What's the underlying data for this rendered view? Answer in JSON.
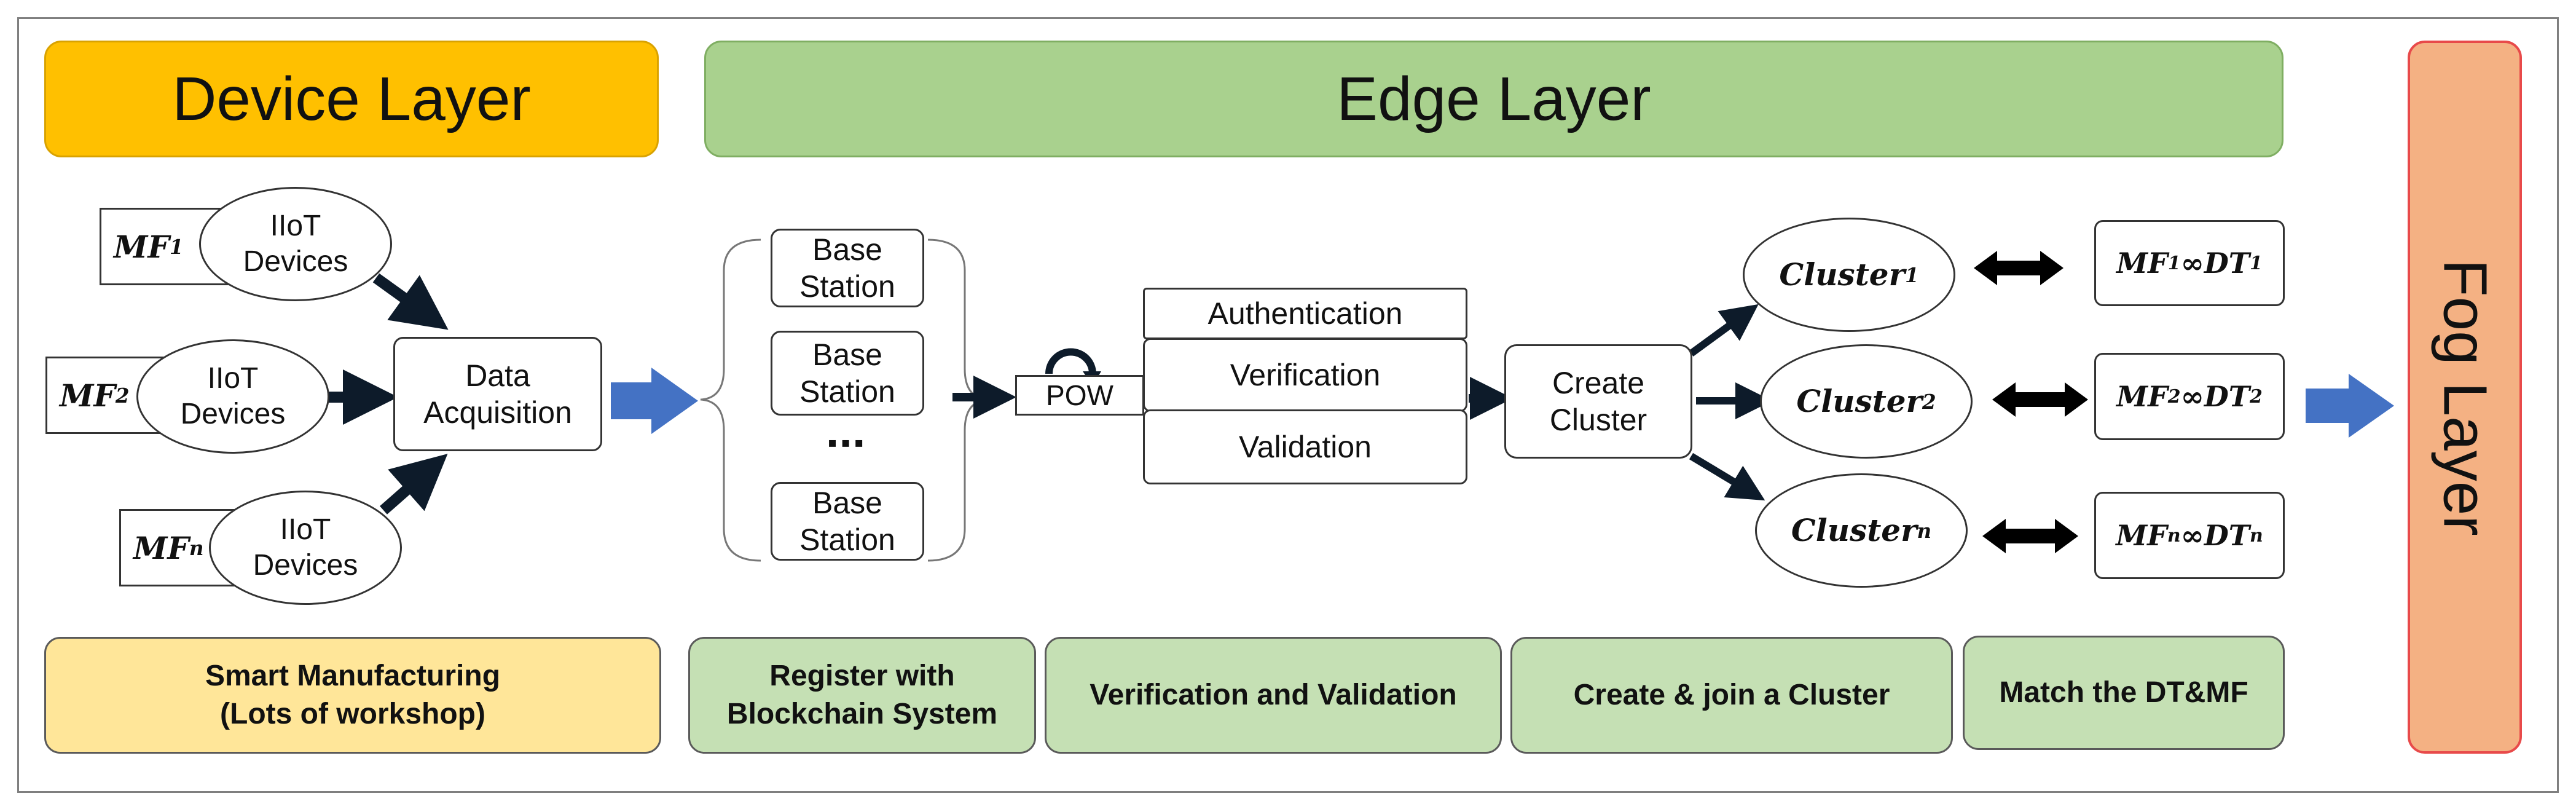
{
  "layers": {
    "device": "Device Layer",
    "edge": "Edge Layer",
    "fog": "Fog Layer"
  },
  "device": {
    "mf_1": "MF",
    "mf_1_sub": "1",
    "mf_2": "MF",
    "mf_2_sub": "2",
    "mf_n": "MF",
    "mf_n_sub": "n",
    "iiot_1": "IIoT Devices",
    "iiot_2": "IIoT Devices",
    "iiot_n": "IIoT Devices",
    "data_acquisition": "Data Acquisition"
  },
  "edge": {
    "base_station_1": "Base Station",
    "base_station_2": "Base Station",
    "base_station_3": "Base Station",
    "base_station_ellipsis": "▪▪▪",
    "pow": "POW",
    "authentication": "Authentication",
    "verification": "Verification",
    "validation": "Validation",
    "create_cluster": "Create Cluster",
    "clusters": [
      {
        "name": "Cluster",
        "sub": "1"
      },
      {
        "name": "Cluster",
        "sub": "2"
      },
      {
        "name": "Cluster",
        "sub": "n"
      }
    ],
    "matches": [
      {
        "mf": "MF",
        "mf_sub": "1",
        "inf": "∞",
        "dt": "DT",
        "dt_sub": "1"
      },
      {
        "mf": "MF",
        "mf_sub": "2",
        "inf": "∞",
        "dt": "DT",
        "dt_sub": "2"
      },
      {
        "mf": "MF",
        "mf_sub": "n",
        "inf": "∞",
        "dt": "DT",
        "dt_sub": "n"
      }
    ]
  },
  "bottom": {
    "smart_manufacturing": "Smart Manufacturing (Lots of workshop)",
    "register": "Register with Blockchain System",
    "verification_validation": "Verification and Validation",
    "create_join": "Create & join a Cluster",
    "match": "Match the DT&MF"
  },
  "colors": {
    "device_header": "#ffc000",
    "edge_header": "#a9d18e",
    "fog": "#f4b183",
    "fog_border": "#e84a4a",
    "smart_box": "#ffe699",
    "edge_boxes": "#c5e0b4",
    "big_arrow": "#4472c4",
    "thin_arrow": "#0d1b2a"
  }
}
